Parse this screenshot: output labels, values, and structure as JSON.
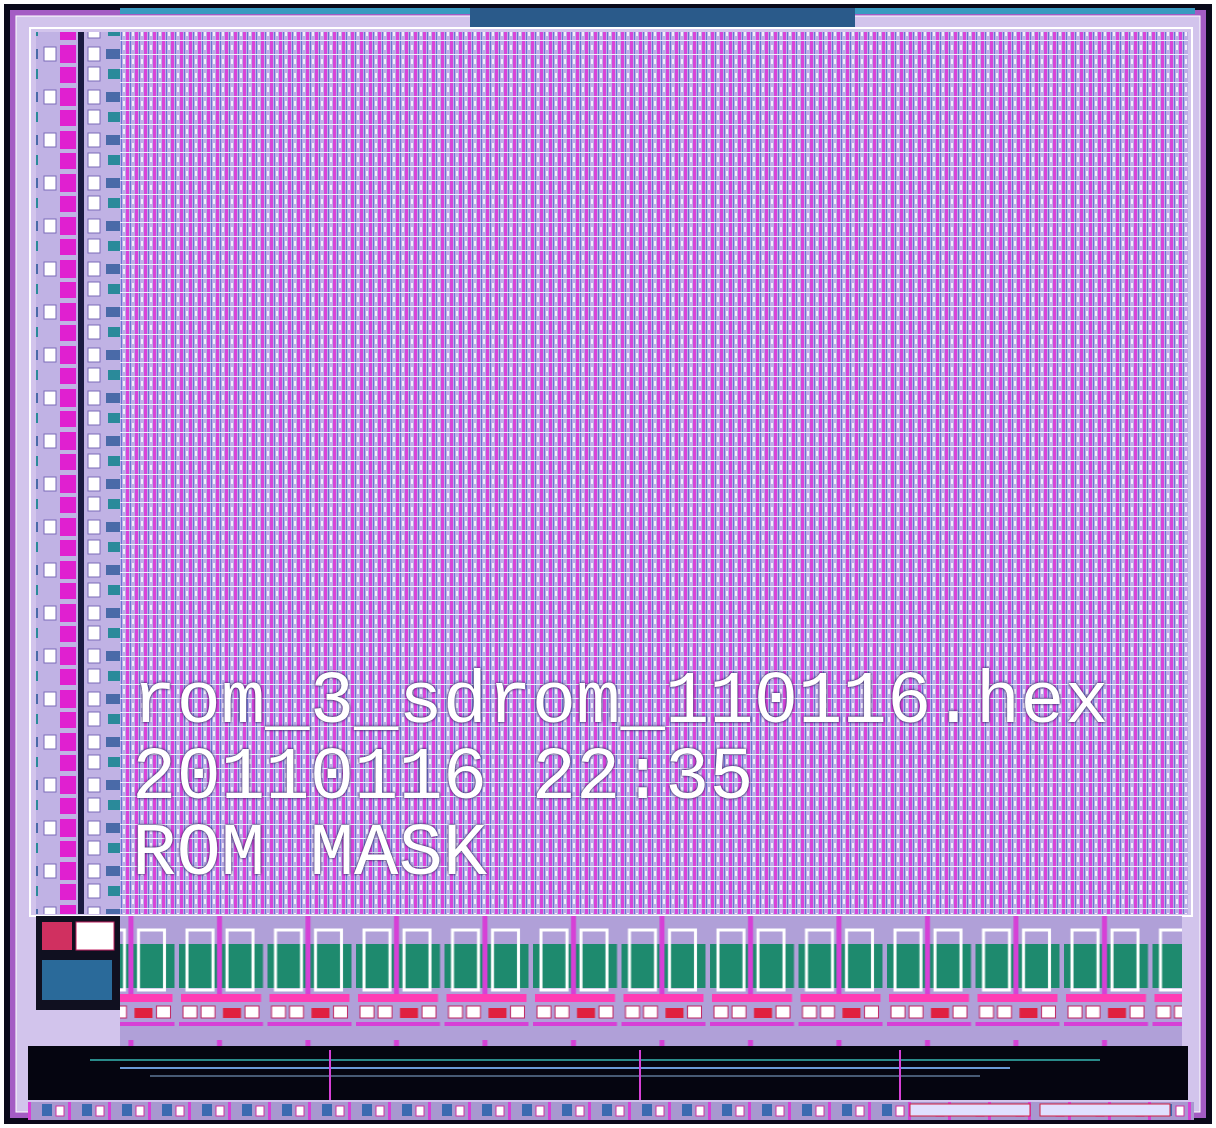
{
  "diagram": {
    "labels": [
      "rom_3_sdrom_110116.hex",
      "20110116 22:35",
      "ROM MASK"
    ]
  }
}
